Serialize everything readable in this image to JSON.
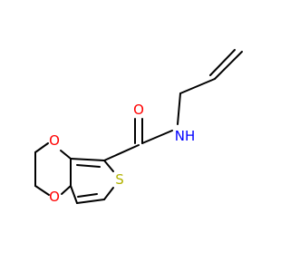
{
  "molecule": {
    "colors": {
      "bond": "#000000",
      "oxygen": "#ff0000",
      "nitrogen": "#0000ff",
      "sulfur": "#b2b200"
    },
    "atoms": {
      "O_carbonyl": "O",
      "N_amide": "NH",
      "S_ring": "S",
      "O_ring_upper": "O",
      "O_ring_lower": "O"
    }
  }
}
